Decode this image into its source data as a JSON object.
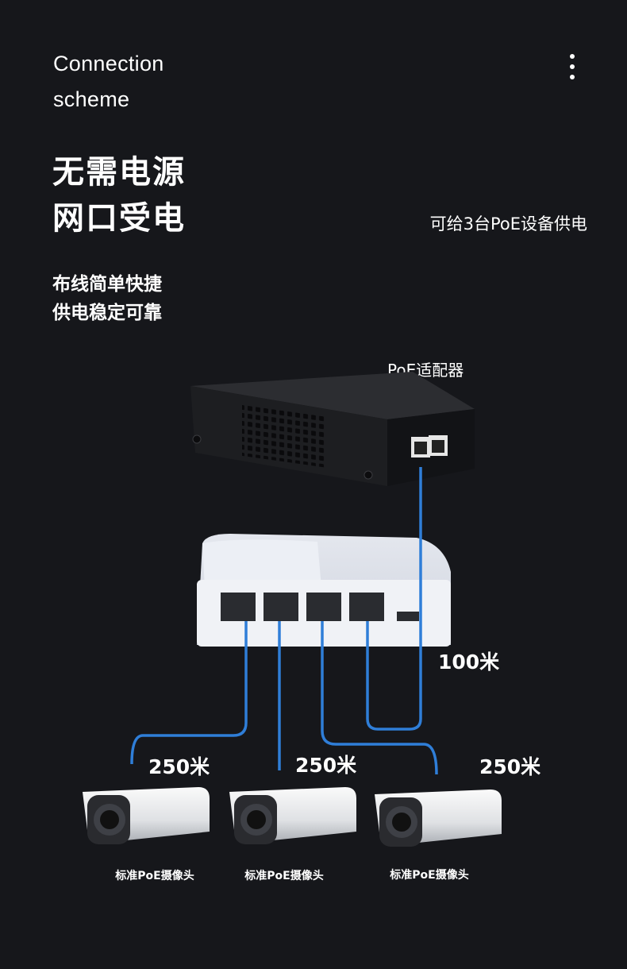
{
  "header": {
    "title_line1": "Connection",
    "title_line2": "scheme",
    "menu_icon": "more-vertical-icon"
  },
  "headline": {
    "line1": "无需电源",
    "line2": "网口受电"
  },
  "subtitle_right": "可给3台PoE设备供电",
  "features": [
    "布线简单快捷",
    "供电稳定可靠"
  ],
  "diagram": {
    "adapter_label": "PoE适配器",
    "uplink_distance": "100米",
    "camera_distances": [
      "250米",
      "250米",
      "250米"
    ],
    "camera_labels": [
      "标准PoE摄像头",
      "标准PoE摄像头",
      "标准PoE摄像头"
    ],
    "cable_color": "#2f7ed8"
  },
  "colors": {
    "background": "#16171b",
    "text": "#ffffff"
  }
}
